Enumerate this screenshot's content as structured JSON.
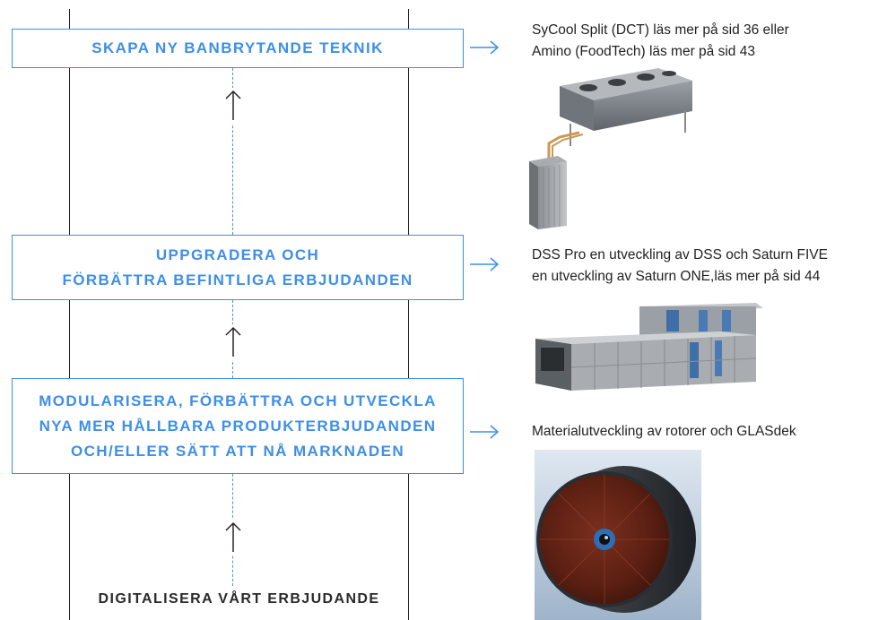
{
  "steps": [
    {
      "lines": [
        "SKAPA NY BANBRYTANDE TEKNIK"
      ],
      "description": [
        "SyCool Split (DCT) läs mer på sid 36 eller",
        "Amino (FoodTech) läs mer på sid 43"
      ]
    },
    {
      "lines": [
        "UPPGRADERA OCH",
        "FÖRBÄTTRA BEFINTLIGA ERBJUDANDEN"
      ],
      "description": [
        "DSS Pro en utveckling av DSS och Saturn FIVE",
        "en utveckling av Saturn ONE,läs mer på sid 44"
      ]
    },
    {
      "lines": [
        "MODULARISERA, FÖRBÄTTRA OCH UTVECKLA",
        "NYA MER HÅLLBARA PRODUKTERBJUDANDEN",
        "OCH/ELLER SÄTT ATT NÅ MARKNADEN"
      ],
      "description": [
        "Materialutveckling av rotorer och GLASdek"
      ]
    },
    {
      "lines": [
        "DIGITALISERA VÅRT ERBJUDANDE"
      ]
    }
  ],
  "colors": {
    "accent": "#3d8fe8",
    "text": "#222222",
    "connector": "#4a90e2"
  },
  "icons": {
    "up_arrow": "arrow-up-icon",
    "right_arrow": "arrow-right-icon"
  }
}
